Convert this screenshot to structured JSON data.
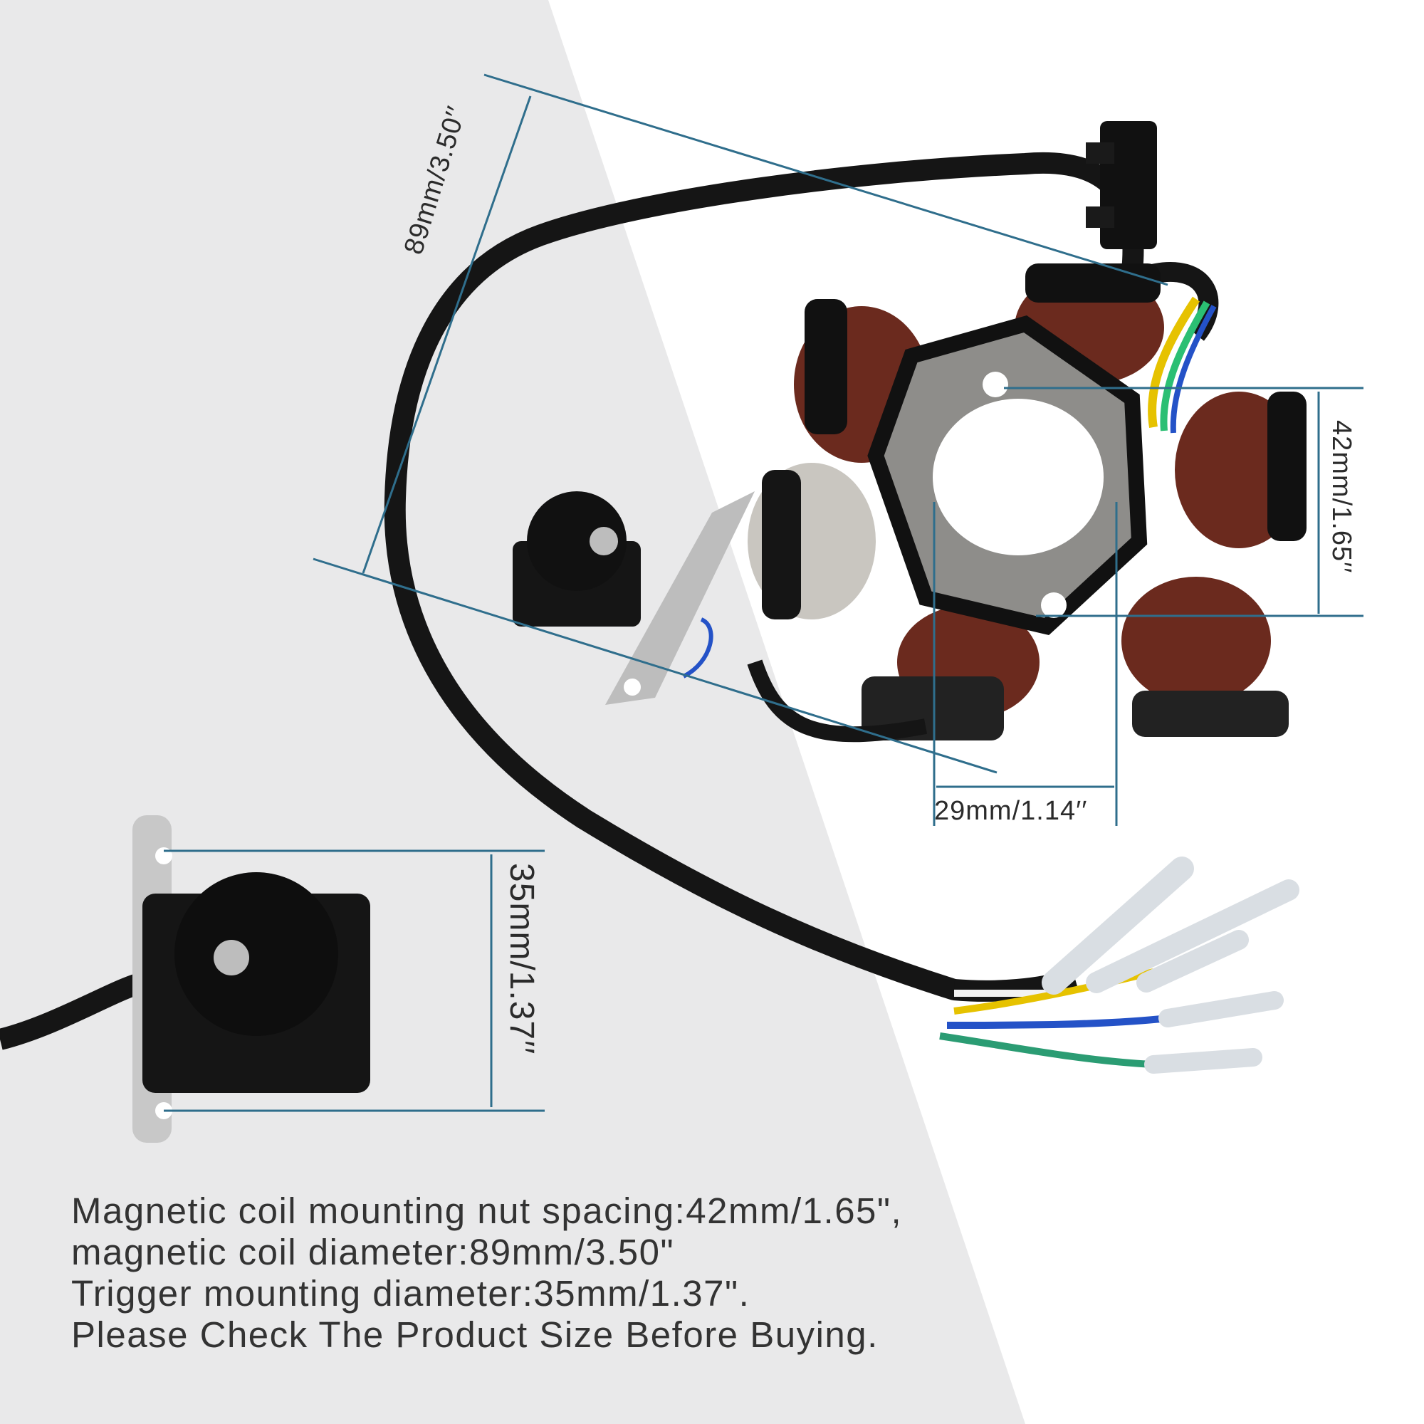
{
  "dimensions": {
    "coil_diameter": "89mm/3.50′′",
    "nut_spacing": "42mm/1.65′′",
    "inner": "29mm/1.14′′",
    "trigger": "35mm/1.37′′"
  },
  "caption": {
    "line1": "Magnetic coil mounting nut spacing:42mm/1.65\",",
    "line2": "magnetic coil diameter:89mm/3.50\"",
    "line3": "Trigger mounting diameter:35mm/1.37\".",
    "line4": "Please Check The Product Size Before Buying."
  },
  "colors": {
    "dimension_line": "#2f6e8c",
    "background_left": "#e9e9ea",
    "background_right": "#ffffff",
    "coil_copper": "#6b2a1e",
    "cable": "#151515"
  }
}
